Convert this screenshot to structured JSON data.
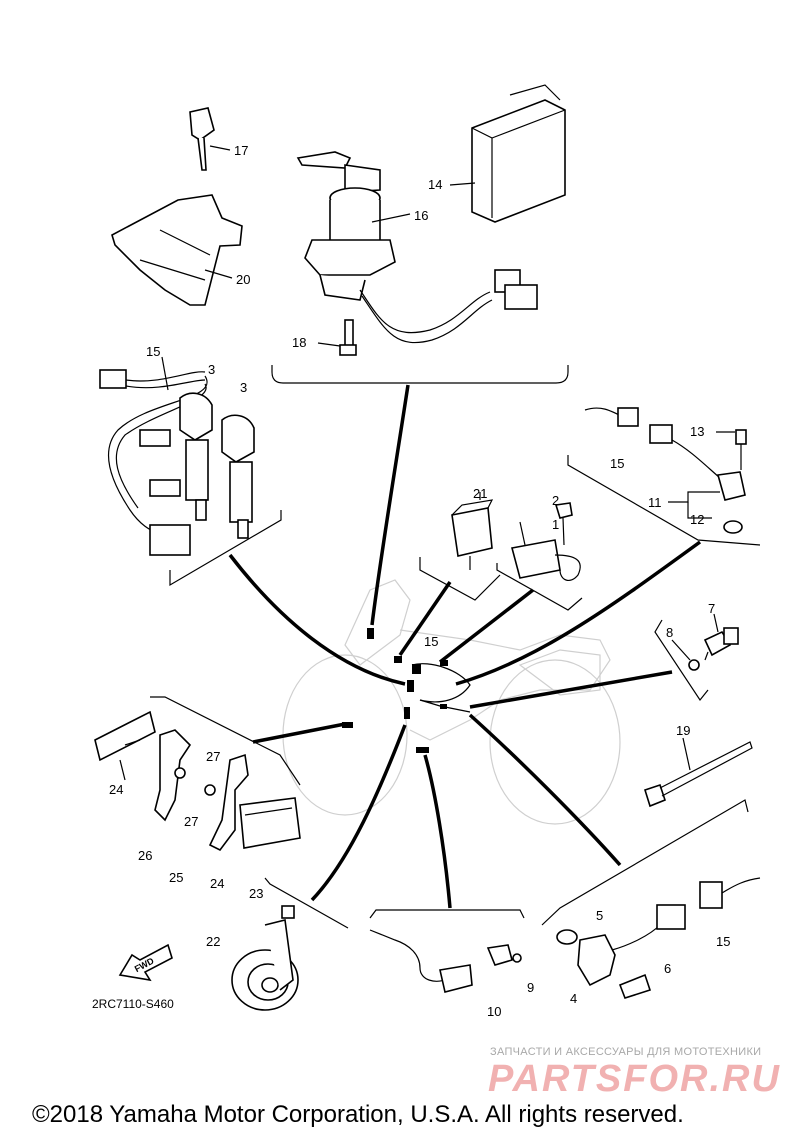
{
  "diagram": {
    "code": "2RC7110-S460",
    "fwd_label": "FWD",
    "callouts": [
      "1",
      "2",
      "3",
      "3",
      "4",
      "5",
      "6",
      "7",
      "8",
      "9",
      "10",
      "11",
      "12",
      "13",
      "14",
      "15",
      "15",
      "15",
      "15",
      "16",
      "17",
      "18",
      "19",
      "20",
      "21",
      "22",
      "23",
      "24",
      "24",
      "25",
      "26",
      "27",
      "27"
    ]
  },
  "watermark": {
    "tagline": "ЗАПЧАСТИ И АКСЕССУАРЫ ДЛЯ МОТОТЕХНИКИ",
    "brand": "PARTSFOR.RU"
  },
  "footer": {
    "copyright": "©2018 Yamaha Motor Corporation, U.S.A. All rights reserved."
  },
  "colors": {
    "ink": "#000000",
    "ghost_outline": "#cfcfcf",
    "watermark_red": "#f1b1b1"
  }
}
